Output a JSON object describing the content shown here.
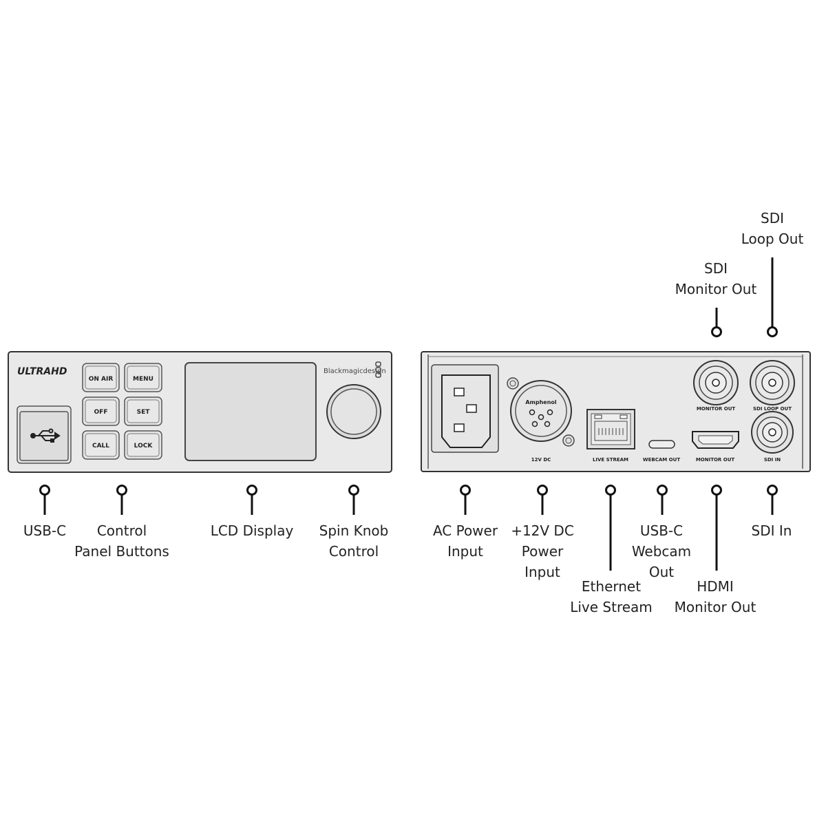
{
  "front_panel": {
    "logo": "ULTRAHD",
    "brand": "Blackmagicdesign",
    "usb_icon": "usb-icon",
    "buttons": [
      {
        "key": "on_air",
        "label": "ON AIR"
      },
      {
        "key": "menu",
        "label": "MENU"
      },
      {
        "key": "off",
        "label": "OFF"
      },
      {
        "key": "set",
        "label": "SET"
      },
      {
        "key": "call",
        "label": "CALL"
      },
      {
        "key": "lock",
        "label": "LOCK"
      }
    ]
  },
  "rear_panel": {
    "xlr_brand": "Amphenol",
    "port_labels": {
      "dc": "12V DC",
      "live_stream": "LIVE STREAM",
      "webcam_out": "WEBCAM OUT",
      "hdmi_monitor_out": "MONITOR OUT",
      "sdi_monitor_out": "MONITOR OUT",
      "sdi_loop_out": "SDI LOOP OUT",
      "sdi_in": "SDI IN"
    }
  },
  "callouts": {
    "usb_c": [
      "USB-C"
    ],
    "control_panel_buttons": [
      "Control",
      "Panel Buttons"
    ],
    "lcd_display": [
      "LCD Display"
    ],
    "spin_knob_control": [
      "Spin Knob",
      "Control"
    ],
    "ac_power_input": [
      "AC Power",
      "Input"
    ],
    "dc_power_input": [
      "+12V DC",
      "Power",
      "Input"
    ],
    "ethernet_live_stream": [
      "Ethernet",
      "Live Stream"
    ],
    "usb_c_webcam_out": [
      "USB-C",
      "Webcam",
      "Out"
    ],
    "hdmi_monitor_out": [
      "HDMI",
      "Monitor Out"
    ],
    "sdi_in": [
      "SDI In"
    ],
    "sdi_monitor_out": [
      "SDI",
      "Monitor Out"
    ],
    "sdi_loop_out": [
      "SDI",
      "Loop Out"
    ]
  },
  "colors": {
    "chassis_fill": "#e9e9e9",
    "outline": "#333333",
    "lcd_fill": "#dedede",
    "leader_line": "#111111",
    "label_text": "#222222"
  }
}
